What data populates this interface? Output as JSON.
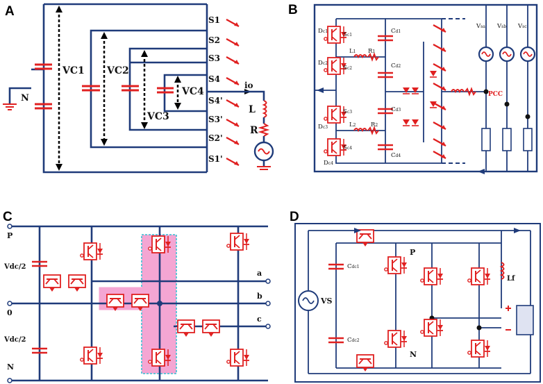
{
  "panels": {
    "A": {
      "letter": "A",
      "switches": [
        "S1",
        "S2",
        "S3",
        "S4",
        "S4'",
        "S3'",
        "S2'",
        "S1'"
      ],
      "voltages": [
        "VC1",
        "VC2",
        "VC3",
        "VC4"
      ],
      "neutral": "N",
      "current": "io",
      "inductor": "L",
      "resistor": "R"
    },
    "B": {
      "letter": "B",
      "pcc": "PCC"
    },
    "C": {
      "letter": "C",
      "rails": [
        "P",
        "0",
        "N"
      ],
      "phases": [
        "a",
        "b",
        "c"
      ],
      "upper_cap": "Vdc/2",
      "lower_cap": "Vdc/2"
    },
    "D": {
      "letter": "D",
      "source": "VS",
      "p": "P",
      "n": "N",
      "inductor": "Lf"
    }
  },
  "colors": {
    "wire": "#1f3b7a",
    "device": "#e02020",
    "highlight": "#f4a6d3"
  }
}
